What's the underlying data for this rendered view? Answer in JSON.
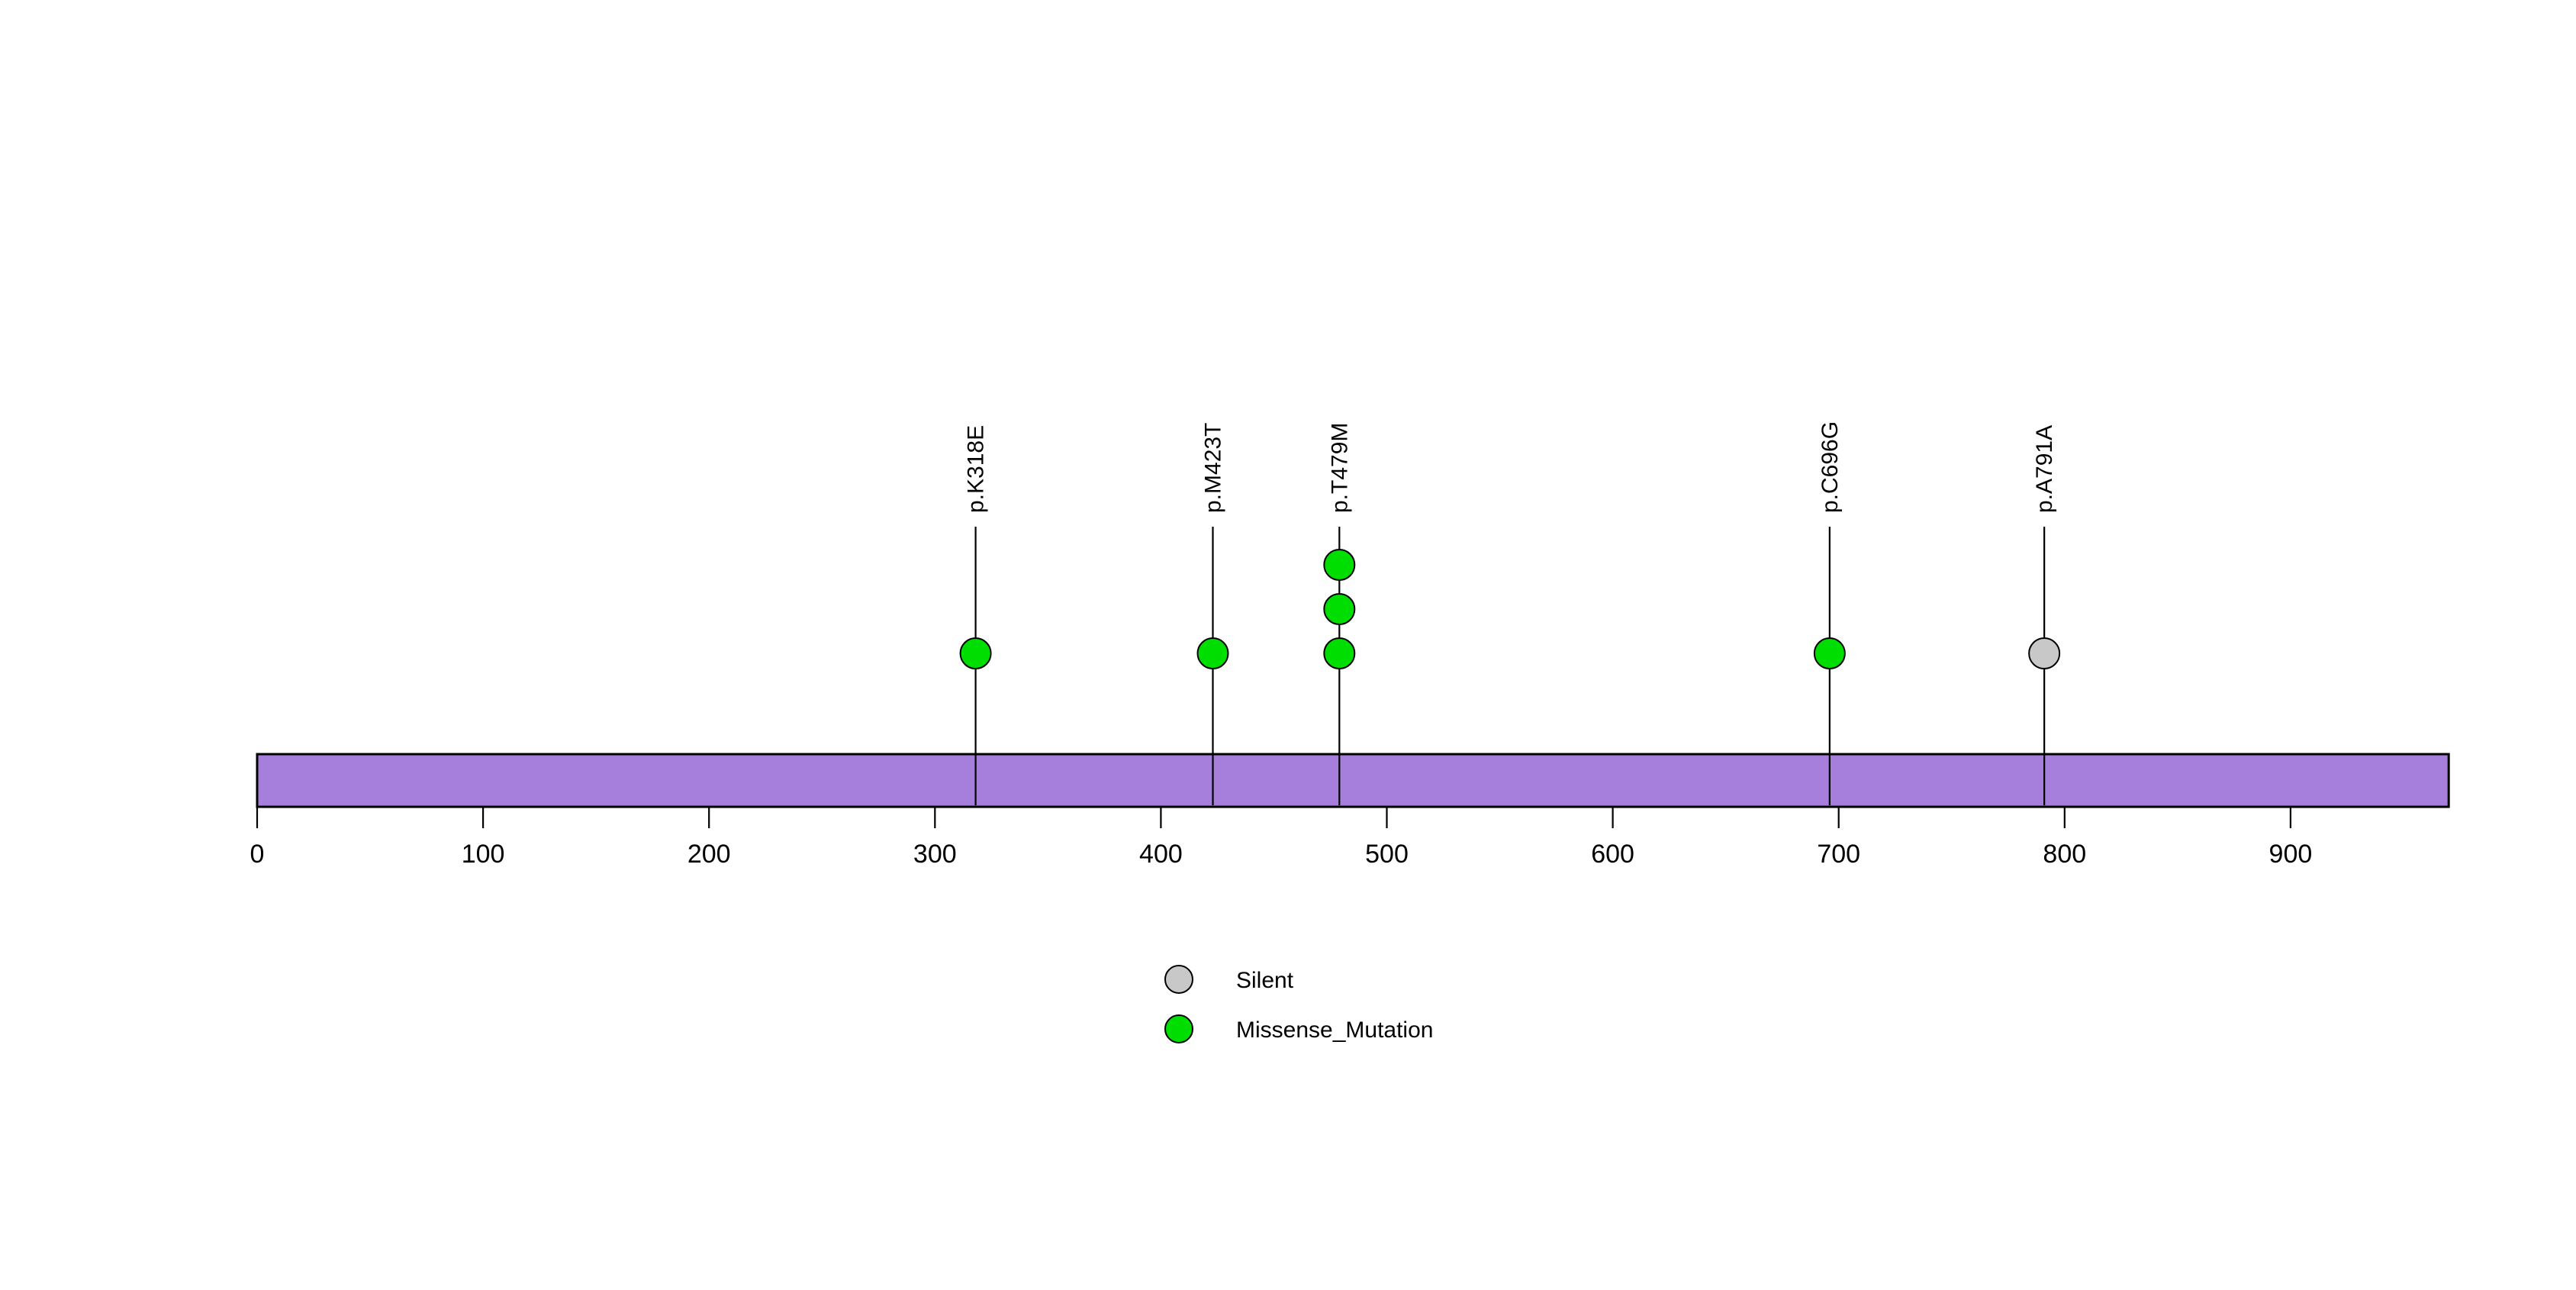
{
  "chart_data": {
    "type": "scatter",
    "title": "",
    "subtitle": "",
    "xlabel": "",
    "ylabel": "",
    "xlim": [
      0,
      970
    ],
    "grid": false,
    "protein_length": 970,
    "protein_track": {
      "label": "",
      "start": 0,
      "end": 970,
      "color": "#A57FDB",
      "border_color": "#000000"
    },
    "x_ticks": [
      0,
      100,
      200,
      300,
      400,
      500,
      600,
      700,
      800,
      900
    ],
    "x_tick_labels": [
      "0",
      "100",
      "200",
      "300",
      "400",
      "500",
      "600",
      "700",
      "800",
      "900"
    ],
    "lollipops": [
      {
        "label": "p.K318E",
        "position": 318,
        "count": 1,
        "type": "Missense_Mutation",
        "color": "#00DD00"
      },
      {
        "label": "p.M423T",
        "position": 423,
        "count": 1,
        "type": "Missense_Mutation",
        "color": "#00DD00"
      },
      {
        "label": "p.T479M",
        "position": 479,
        "count": 3,
        "type": "Missense_Mutation",
        "color": "#00DD00"
      },
      {
        "label": "p.C696G",
        "position": 696,
        "count": 1,
        "type": "Missense_Mutation",
        "color": "#00DD00"
      },
      {
        "label": "p.A791A",
        "position": 791,
        "count": 1,
        "type": "Silent",
        "color": "#C8C8C8"
      }
    ],
    "legend": {
      "position": "bottom-center",
      "entries": [
        {
          "label": "Silent",
          "color": "#C8C8C8"
        },
        {
          "label": "Missense_Mutation",
          "color": "#00DD00"
        }
      ]
    }
  },
  "colors": {
    "missense": "#00DD00",
    "silent": "#C8C8C8",
    "domain": "#A57FDB",
    "outline": "#000000",
    "background": "#ffffff"
  }
}
